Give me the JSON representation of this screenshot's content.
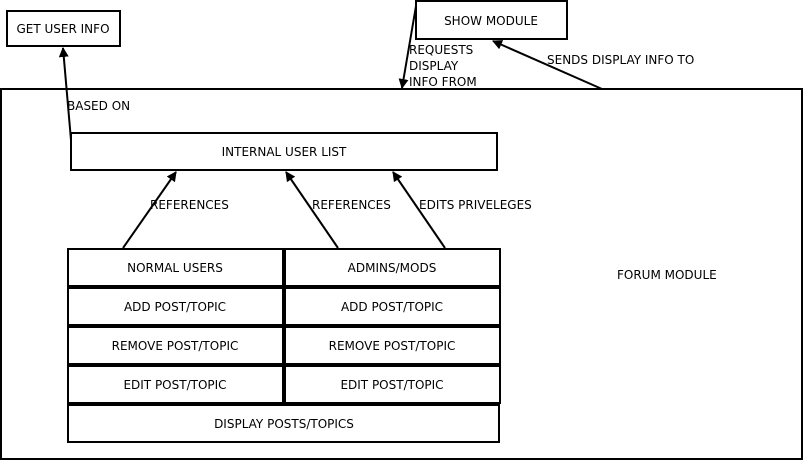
{
  "nodes": {
    "get_user_info": "GET USER INFO",
    "show_module": "SHOW MODULE",
    "internal_user_list": "INTERNAL USER LIST",
    "forum_module": "FORUM MODULE",
    "normal_users": "NORMAL USERS",
    "admins_mods": "ADMINS/MODS",
    "add_post_left": "ADD POST/TOPIC",
    "add_post_right": "ADD POST/TOPIC",
    "remove_post_left": "REMOVE POST/TOPIC",
    "remove_post_right": "REMOVE POST/TOPIC",
    "edit_post_left": "EDIT POST/TOPIC",
    "edit_post_right": "EDIT POST/TOPIC",
    "display_posts": "DISPLAY POSTS/TOPICS"
  },
  "edges": {
    "based_on": "BASED ON",
    "requests_1": "REQUESTS",
    "requests_2": "DISPLAY",
    "requests_3": "INFO FROM",
    "sends_display": "SENDS DISPLAY INFO TO",
    "references_1": "REFERENCES",
    "references_2": "REFERENCES",
    "edits_priveleges": "EDITS PRIVELEGES"
  },
  "colors": {
    "stroke": "#000000",
    "fill": "#ffffff",
    "text": "#000000"
  }
}
